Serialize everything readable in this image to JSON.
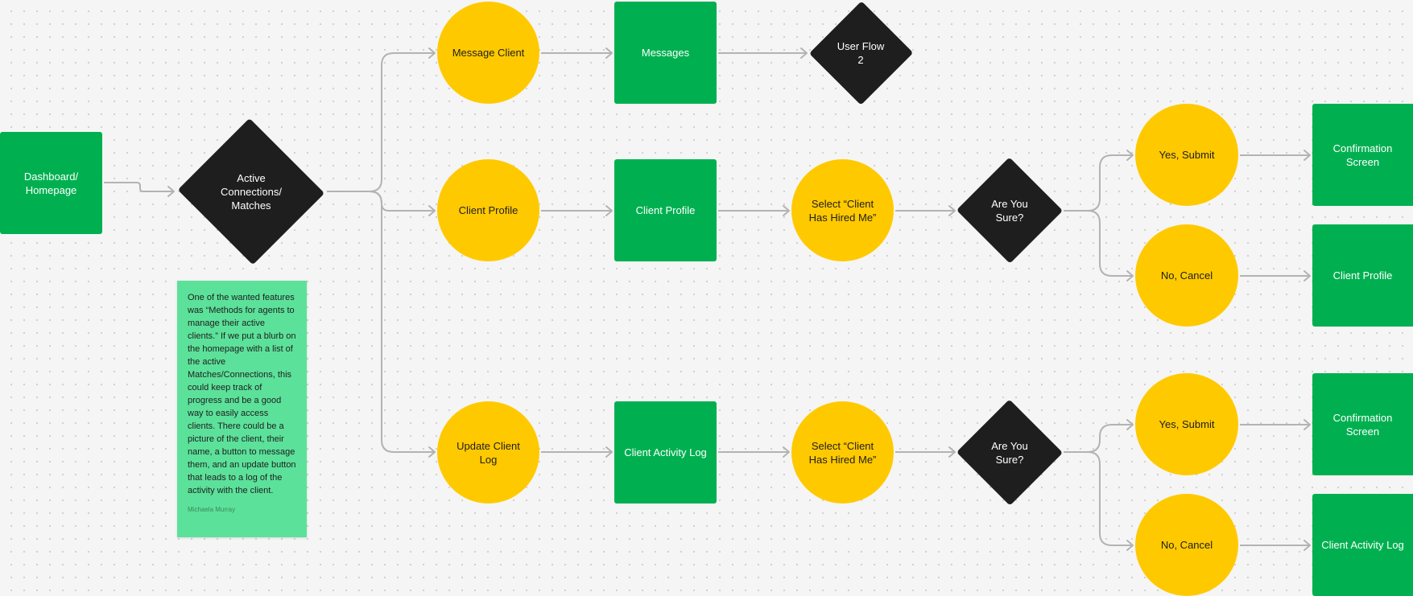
{
  "colors": {
    "screen": "#00b050",
    "action": "#ffc900",
    "decision": "#1e1e1e",
    "connector": "#b3b3b3",
    "sticky": "#5ce19a"
  },
  "nodes": {
    "dashboard": {
      "label": "Dashboard/\nHomepage"
    },
    "active_connections": {
      "label": "Active\nConnections/\nMatches"
    },
    "message_client": {
      "label": "Message Client"
    },
    "messages": {
      "label": "Messages"
    },
    "user_flow_2": {
      "label": "User Flow\n2"
    },
    "client_profile_action": {
      "label": "Client Profile"
    },
    "client_profile_screen": {
      "label": "Client Profile"
    },
    "select_hired_1": {
      "label": "Select “Client\nHas Hired Me”"
    },
    "are_you_sure_1": {
      "label": "Are You\nSure?"
    },
    "yes_submit_1": {
      "label": "Yes, Submit"
    },
    "no_cancel_1": {
      "label": "No, Cancel"
    },
    "confirmation_1": {
      "label": "Confirmation\nScreen"
    },
    "client_profile_return": {
      "label": "Client Profile"
    },
    "update_client_log": {
      "label": "Update Client\nLog"
    },
    "client_activity_log": {
      "label": "Client Activity Log"
    },
    "select_hired_2": {
      "label": "Select “Client\nHas Hired Me”"
    },
    "are_you_sure_2": {
      "label": "Are You\nSure?"
    },
    "yes_submit_2": {
      "label": "Yes, Submit"
    },
    "no_cancel_2": {
      "label": "No, Cancel"
    },
    "confirmation_2": {
      "label": "Confirmation\nScreen"
    },
    "client_activity_log_return": {
      "label": "Client Activity Log"
    }
  },
  "sticky_note": {
    "text": "One of the wanted features was “Methods for agents to manage their active clients.” If we put a blurb on the homepage with a list of the active Matches/Connections, this could keep track of progress and be a good way to easily access clients. There could be a picture of the client, their name, a button to message them, and an update button that leads to a log of the activity with the client.",
    "author": "Michaela Murray"
  }
}
